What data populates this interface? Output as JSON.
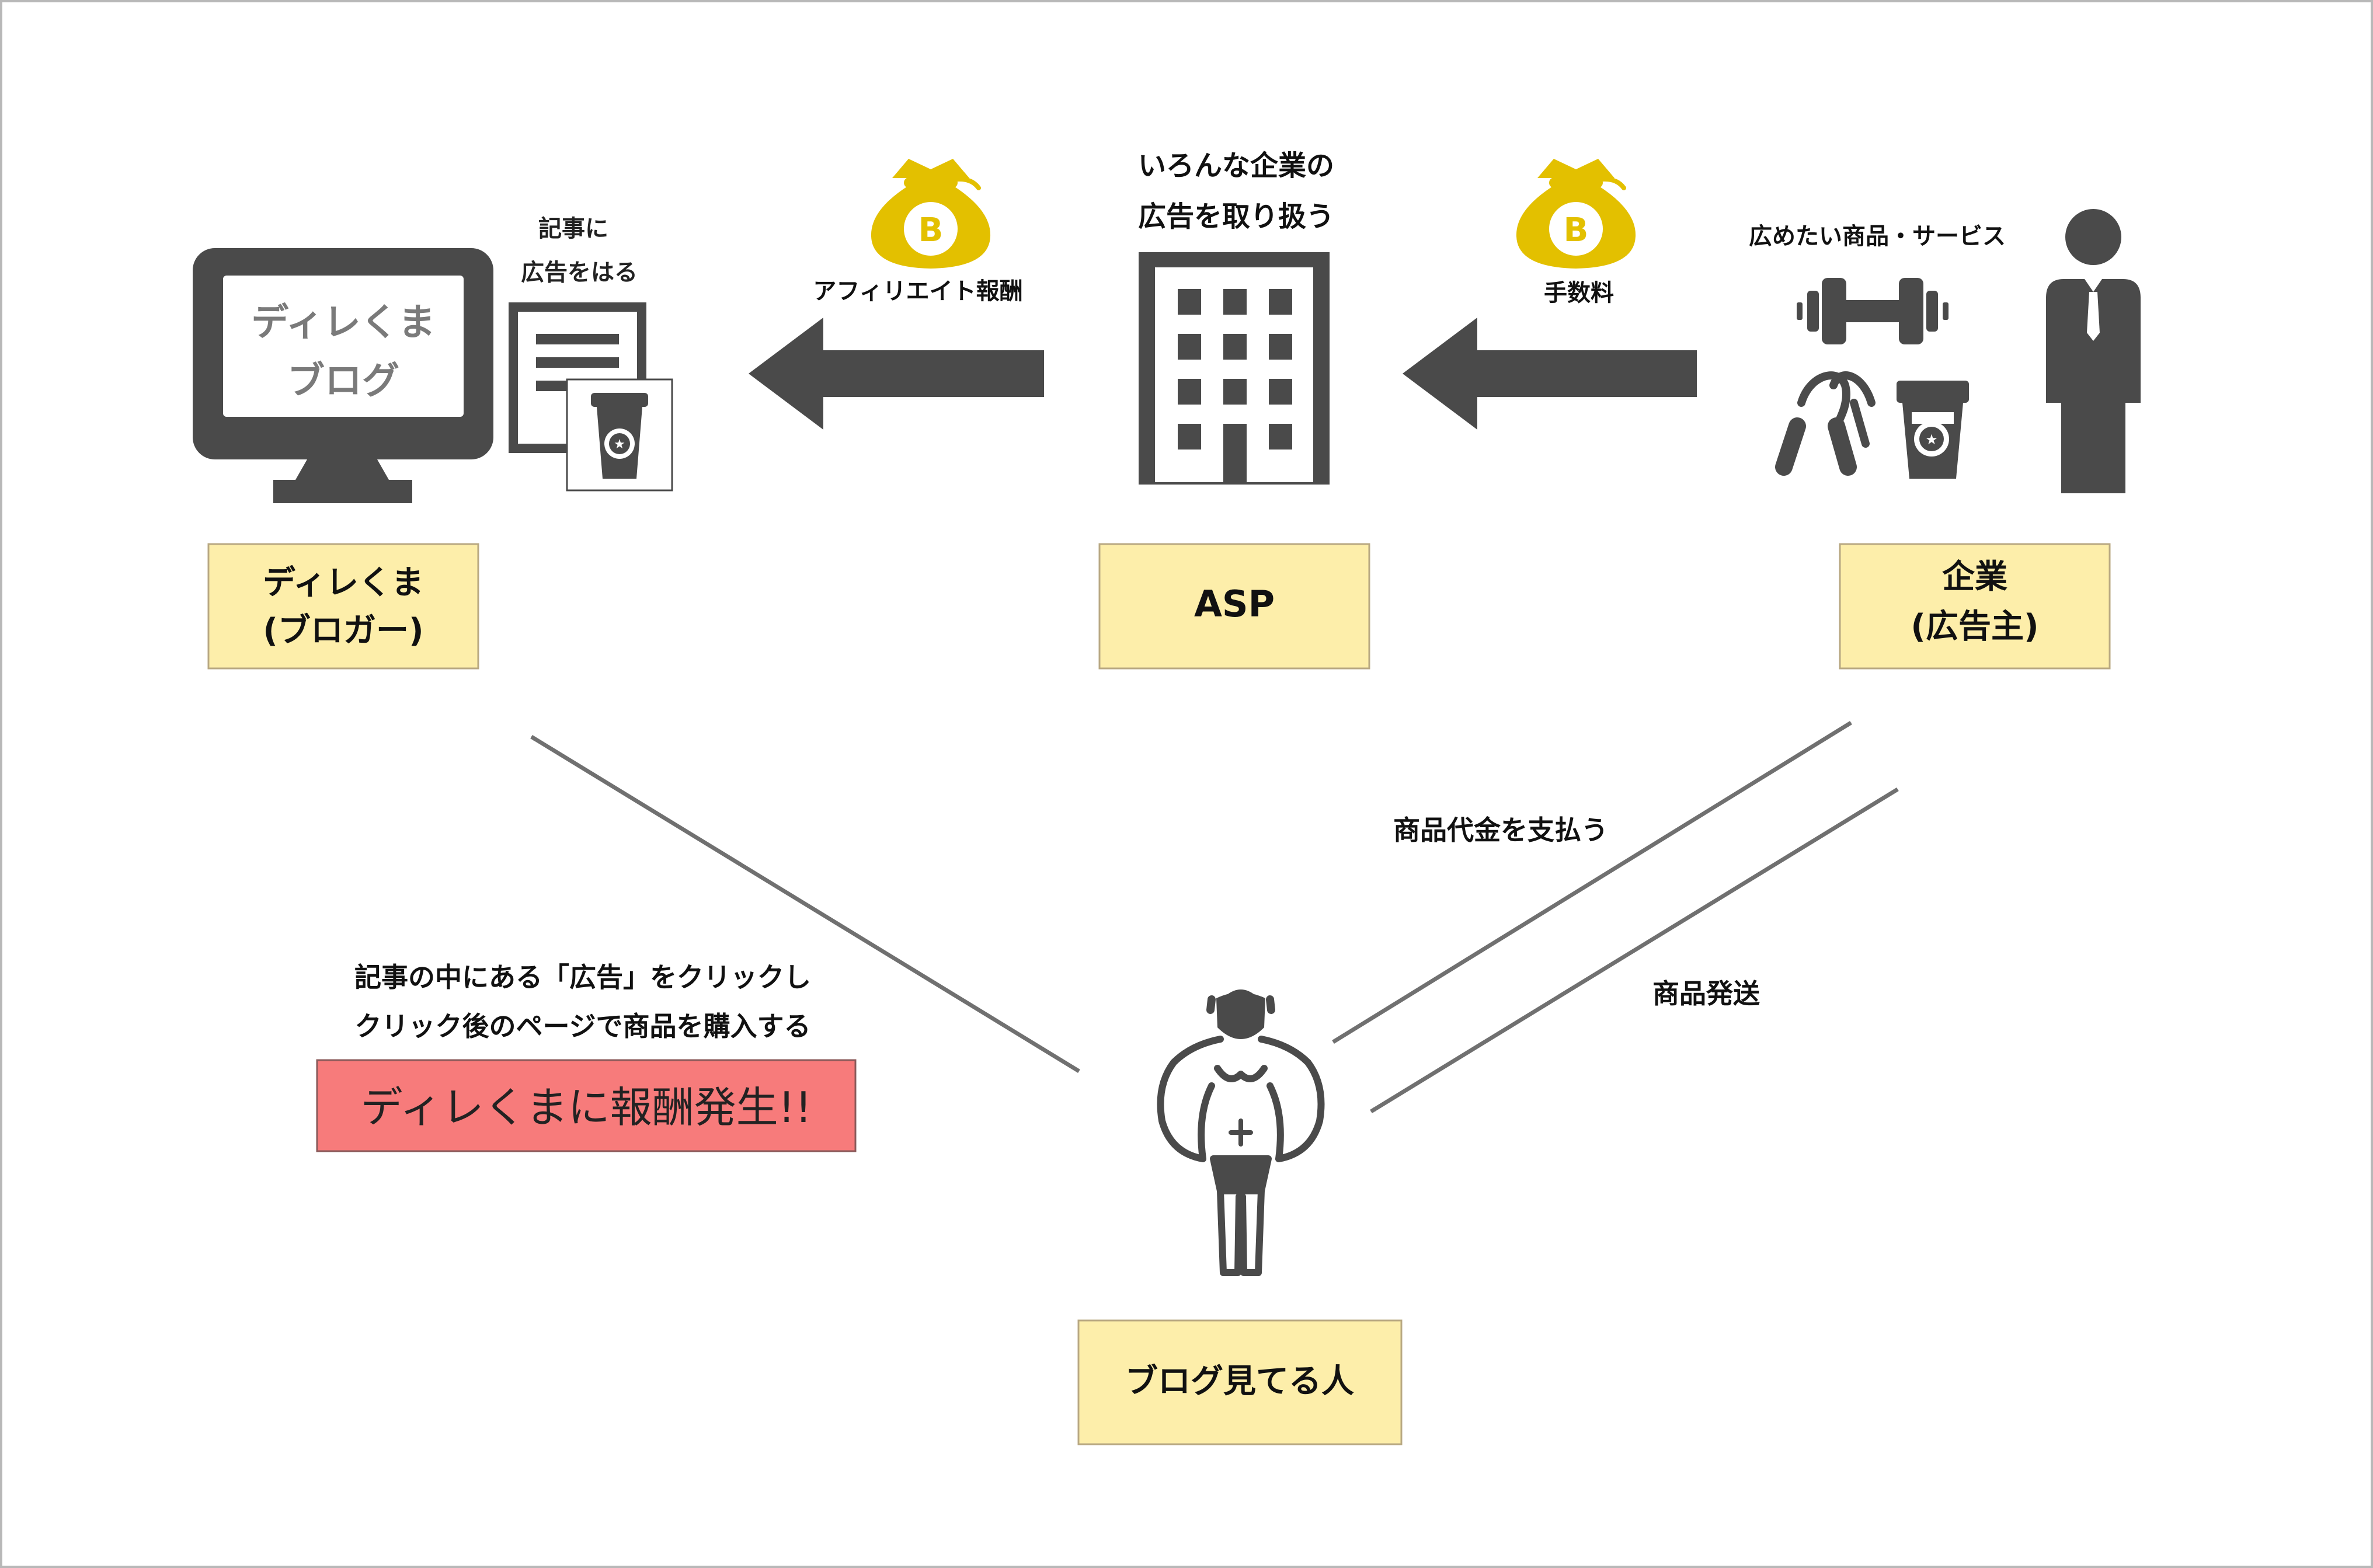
{
  "colors": {
    "icon": "#4a4a4a",
    "label_fill": "#fdeeaa",
    "label_stroke": "#b8a882",
    "alert_fill": "#f77b7b",
    "bag": "#e3c000",
    "arrow_thin": "#707070"
  },
  "blogger": {
    "monitor_line1": "ディレくま",
    "monitor_line2": "ブログ",
    "note_line1": "記事に",
    "note_line2": "広告をはる",
    "label_line1": "ディレくま",
    "label_line2": "(ブロガー)"
  },
  "asp": {
    "caption_line1": "いろんな企業の",
    "caption_line2": "広告を取り扱う",
    "label": "ASP"
  },
  "company": {
    "caption": "広めたい商品・サービス",
    "label_line1": "企業",
    "label_line2": "(広告主)"
  },
  "payments": {
    "affiliate_reward": "アフィリエイト報酬",
    "fee": "手数料",
    "bag_symbol": "B"
  },
  "flows": {
    "pay_for_product": "商品代金を支払う",
    "ship_product": "商品発送"
  },
  "reader": {
    "instruction_line1": "記事の中にある「広告」をクリックし",
    "instruction_line2": "クリック後のページで商品を購入する",
    "result": "ディレくまに報酬発生!!",
    "label": "ブログ見てる人"
  },
  "icons": {
    "blogger": [
      "monitor-icon",
      "document-icon",
      "coffee-cup-icon"
    ],
    "asp": [
      "office-building-icon"
    ],
    "company": [
      "businessman-icon",
      "dumbbell-icon",
      "hand-grip-icon",
      "coffee-cup-icon"
    ],
    "payments": [
      "money-bag-icon"
    ],
    "reader": [
      "muscle-man-icon"
    ]
  }
}
